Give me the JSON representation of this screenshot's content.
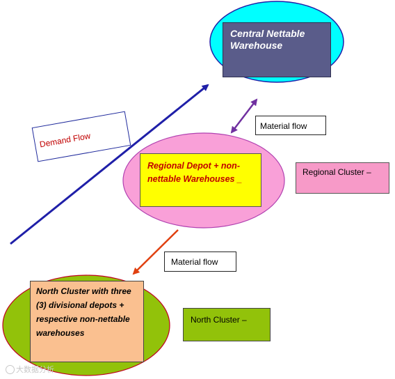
{
  "nodes": {
    "central": {
      "label": "Central Nettable Warehouse",
      "fill": "#00ffff",
      "box_fill": "#5a5c8a"
    },
    "regional": {
      "label": "Regional Depot + non-nettable Warehouses _",
      "fill": "#f9a0d8",
      "box_fill": "#ffff00"
    },
    "north": {
      "label": "North Cluster with three (3) divisional depots + respective non-nettable warehouses",
      "fill": "#92c20a",
      "box_fill": "#fac090"
    }
  },
  "labels": {
    "demand_flow": "Demand Flow",
    "material_flow_top": "Material flow",
    "material_flow_bottom": "Material flow",
    "regional_cluster": "Regional Cluster –",
    "north_cluster": "North Cluster –"
  },
  "edges": [
    {
      "from": "north",
      "to": "central",
      "label": "Demand Flow",
      "color": "#1f1fa8"
    },
    {
      "from": "central",
      "to": "regional",
      "label": "Material flow",
      "color": "#7030a0",
      "bidirectional": true
    },
    {
      "from": "regional",
      "to": "north",
      "label": "Material flow",
      "color": "#e04010"
    }
  ],
  "watermark": {
    "text": "大数据分析"
  }
}
